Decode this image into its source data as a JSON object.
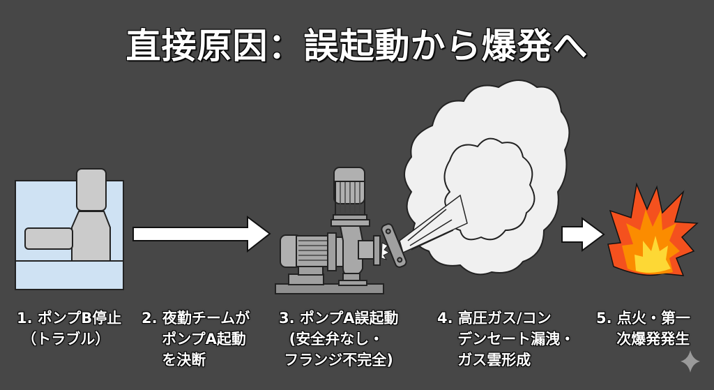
{
  "title": "直接原因：誤起動から爆発へ",
  "steps": [
    {
      "label": "1. ポンプB停止\n （トラブル）",
      "icon": "stopped-pump-enclosure"
    },
    {
      "label": "2. 夜勤チームが\n    ポンプA起動\n    を決断",
      "icon": "arrow-right"
    },
    {
      "label": "3. ポンプA誤起動\n  (安全弁なし・\n フランジ不完全)",
      "icon": "pump-with-broken-flange"
    },
    {
      "label": "4. 高圧ガス/コン\n    デンセート漏洩・\n    ガス雲形成",
      "icon": "gas-cloud"
    },
    {
      "label": "5. 点火・第一\n    次爆発発生",
      "icon": "explosion"
    }
  ],
  "colors": {
    "background": "#474747",
    "enclosure": "#cfe2f3",
    "machine": "#c8c8c8",
    "cloud": "#f0f0f0",
    "flame_outer": "#f4511e",
    "flame_mid": "#fb8c00",
    "flame_inner": "#fdd835"
  }
}
